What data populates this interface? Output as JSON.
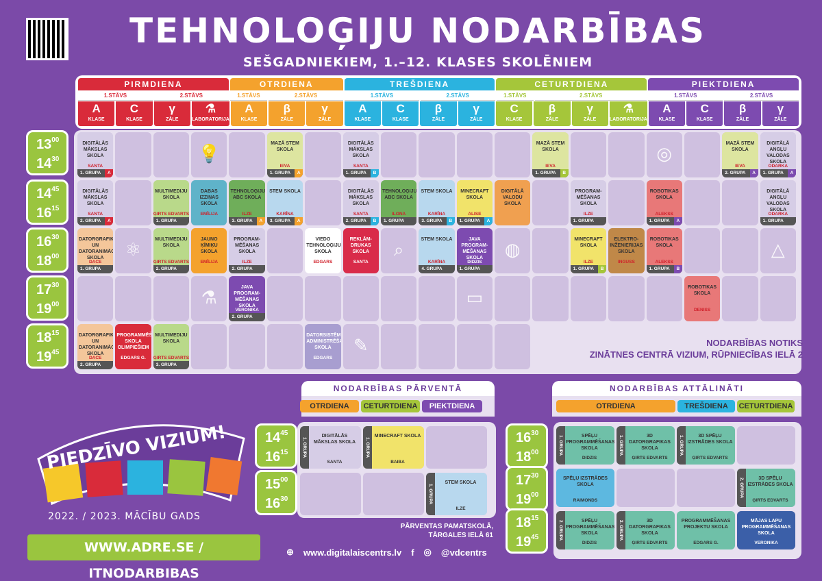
{
  "title": "TEHNOLOĢIJU NODARBĪBAS",
  "subtitle": "SEŠGADNIEKIEM, 1.–12. KLASES SKOLĒNIEM",
  "days": [
    {
      "name": "PIRMDIENA",
      "color": "#d92b3a",
      "floors": [
        {
          "l": "1.STĀVS",
          "n": 2
        },
        {
          "l": "2.STĀVS",
          "n": 2
        }
      ],
      "rooms": [
        {
          "s": "A",
          "k": "KLASE"
        },
        {
          "s": "C",
          "k": "KLASE"
        },
        {
          "s": "γ",
          "k": "ZĀLE"
        },
        {
          "s": "⚗",
          "k": "LABORATORIJA"
        }
      ]
    },
    {
      "name": "OTRDIENA",
      "color": "#f4a22d",
      "floors": [
        {
          "l": "1.STĀVS",
          "n": 1
        },
        {
          "l": "2.STĀVS",
          "n": 2
        }
      ],
      "rooms": [
        {
          "s": "A",
          "k": "KLASE"
        },
        {
          "s": "β",
          "k": "ZĀLE"
        },
        {
          "s": "γ",
          "k": "ZĀLE"
        }
      ]
    },
    {
      "name": "TREŠDIENA",
      "color": "#2bb3df",
      "floors": [
        {
          "l": "1.STĀVS",
          "n": 2
        },
        {
          "l": "2.STĀVS",
          "n": 2
        }
      ],
      "rooms": [
        {
          "s": "A",
          "k": "KLASE"
        },
        {
          "s": "C",
          "k": "KLASE"
        },
        {
          "s": "β",
          "k": "ZĀLE"
        },
        {
          "s": "γ",
          "k": "ZĀLE"
        }
      ]
    },
    {
      "name": "CETURTDIENA",
      "color": "#a5c63a",
      "floors": [
        {
          "l": "1.STĀVS",
          "n": 1
        },
        {
          "l": "2.STĀVS",
          "n": 3
        }
      ],
      "rooms": [
        {
          "s": "C",
          "k": "KLASE"
        },
        {
          "s": "β",
          "k": "ZĀLE"
        },
        {
          "s": "γ",
          "k": "ZĀLE"
        },
        {
          "s": "⚗",
          "k": "LABORATORIJA"
        }
      ]
    },
    {
      "name": "PIEKTDIENA",
      "color": "#7d4bb0",
      "floors": [
        {
          "l": "1.STĀVS",
          "n": 2
        },
        {
          "l": "2.STĀVS",
          "n": 2
        }
      ],
      "rooms": [
        {
          "s": "A",
          "k": "KLASE"
        },
        {
          "s": "C",
          "k": "KLASE"
        },
        {
          "s": "β",
          "k": "ZĀLE"
        },
        {
          "s": "γ",
          "k": "ZĀLE"
        }
      ]
    }
  ],
  "times": [
    {
      "a": "13",
      "as": "00",
      "b": "14",
      "bs": "30"
    },
    {
      "a": "14",
      "as": "45",
      "b": "16",
      "bs": "15"
    },
    {
      "a": "16",
      "as": "30",
      "b": "18",
      "bs": "00"
    },
    {
      "a": "17",
      "as": "30",
      "b": "19",
      "bs": "00"
    },
    {
      "a": "18",
      "as": "15",
      "b": "19",
      "bs": "45"
    }
  ],
  "classes": [
    {
      "r": 0,
      "c": 0,
      "name": "DIGITĀLĀS MĀKSLAS SKOLA",
      "teacher": "SANTA",
      "group": "1. GRUPA",
      "badge": "A",
      "bg": "#d6cde6"
    },
    {
      "r": 0,
      "c": 5,
      "name": "MAZĀ STEM SKOLA",
      "teacher": "IEVA",
      "group": "1. GRUPA",
      "badge": "A",
      "bg": "#dde5a0"
    },
    {
      "r": 0,
      "c": 7,
      "name": "DIGITĀLĀS MĀKSLAS SKOLA",
      "teacher": "SANTA",
      "group": "1. GRUPA",
      "badge": "B",
      "bg": "#d6cde6"
    },
    {
      "r": 0,
      "c": 12,
      "name": "MAZĀ STEM SKOLA",
      "teacher": "IEVA",
      "group": "1. GRUPA",
      "badge": "B",
      "bg": "#dde5a0"
    },
    {
      "r": 0,
      "c": 17,
      "name": "MAZĀ STEM SKOLA",
      "teacher": "IEVA",
      "group": "2. GRUPA",
      "badge": "A",
      "bg": "#dde5a0"
    },
    {
      "r": 0,
      "c": 18,
      "name": "DIGITĀLĀ ANGĻU VALODAS SKOLA",
      "teacher": "ODARKA",
      "group": "1. GRUPA",
      "badge": "A",
      "bg": "#d6cde6"
    },
    {
      "r": 1,
      "c": 0,
      "name": "DIGITĀLĀS MĀKSLAS SKOLA",
      "teacher": "SANTA",
      "group": "2. GRUPA",
      "badge": "A",
      "bg": "#d6cde6"
    },
    {
      "r": 1,
      "c": 2,
      "name": "MULTIMEDIJU SKOLA",
      "teacher": "ĢIRTS EDVARTS",
      "group": "1. GRUPA",
      "badge": "",
      "bg": "#b9d98a"
    },
    {
      "r": 1,
      "c": 3,
      "name": "DABAS IZZIŅAS SKOLA",
      "teacher": "EMĪLIJA",
      "group": "",
      "badge": "",
      "bg": "#5fb3c9"
    },
    {
      "r": 1,
      "c": 4,
      "name": "TEHNOLOĢIJU ABC SKOLA",
      "teacher": "ILZE",
      "group": "3. GRUPA",
      "badge": "A",
      "bg": "#6fae5a"
    },
    {
      "r": 1,
      "c": 5,
      "name": "STEM SKOLA",
      "teacher": "KARĪNA",
      "group": "3. GRUPA",
      "badge": "A",
      "bg": "#b8d8ee"
    },
    {
      "r": 1,
      "c": 7,
      "name": "DIGITĀLĀS MĀKSLAS SKOLA",
      "teacher": "SANTA",
      "group": "2. GRUPA",
      "badge": "B",
      "bg": "#d6cde6"
    },
    {
      "r": 1,
      "c": 8,
      "name": "TEHNOLOĢIJU ABC SKOLA",
      "teacher": "ILONA",
      "group": "1. GRUPA",
      "badge": "",
      "bg": "#6fae5a"
    },
    {
      "r": 1,
      "c": 9,
      "name": "STEM SKOLA",
      "teacher": "KARĪNA",
      "group": "3. GRUPA",
      "badge": "B",
      "bg": "#b8d8ee"
    },
    {
      "r": 1,
      "c": 10,
      "name": "MINECRAFT SKOLA",
      "teacher": "ALISE",
      "group": "1. GRUPA",
      "badge": "A",
      "bg": "#f1e36a"
    },
    {
      "r": 1,
      "c": 11,
      "name": "DIGITĀLĀ VALODU SKOLA",
      "teacher": "",
      "group": "",
      "badge": "",
      "bg": "#f0a050"
    },
    {
      "r": 1,
      "c": 13,
      "name": "PROGRAM-MĒŠANAS SKOLA",
      "teacher": "ILZE",
      "group": "1. GRUPA",
      "badge": "",
      "bg": "#d6cde6"
    },
    {
      "r": 1,
      "c": 15,
      "name": "ROBOTIKAS SKOLA",
      "teacher": "ALEKSS",
      "group": "1. GRUPA",
      "badge": "A",
      "bg": "#e87878"
    },
    {
      "r": 1,
      "c": 18,
      "name": "DIGITĀLĀ ANGĻU VALODAS SKOLA",
      "teacher": "ODARKA",
      "group": "1. GRUPA",
      "badge": "",
      "bg": "#d6cde6"
    },
    {
      "r": 2,
      "c": 0,
      "name": "DATORGRAFIKAS UN DATORANIMĀCIJAS SKOLA",
      "teacher": "DACE",
      "group": "1. GRUPA",
      "badge": "",
      "bg": "#f4c69a"
    },
    {
      "r": 2,
      "c": 2,
      "name": "MULTIMEDIJU SKOLA",
      "teacher": "ĢIRTS EDVARTS",
      "group": "2. GRUPA",
      "badge": "",
      "bg": "#b9d98a"
    },
    {
      "r": 2,
      "c": 3,
      "name": "JAUNO ĶĪMIĶU SKOLA",
      "teacher": "EMĪLIJA",
      "group": "",
      "badge": "",
      "bg": "#f4a22d"
    },
    {
      "r": 2,
      "c": 4,
      "name": "PROGRAM-MĒŠANAS SKOLA",
      "teacher": "ILZE",
      "group": "2. GRUPA",
      "badge": "",
      "bg": "#d6cde6"
    },
    {
      "r": 2,
      "c": 6,
      "name": "VIEDO TEHNOLOĢIJU SKOLA",
      "teacher": "EDGARS",
      "group": "",
      "badge": "",
      "bg": "#ffffff"
    },
    {
      "r": 2,
      "c": 7,
      "name": "REKLĀM-DRUKAS SKOLA",
      "teacher": "SANTA",
      "group": "",
      "badge": "",
      "bg": "#d92b4a"
    },
    {
      "r": 2,
      "c": 9,
      "name": "STEM SKOLA",
      "teacher": "KARĪNA",
      "group": "4. GRUPA",
      "badge": "",
      "bg": "#b8d8ee"
    },
    {
      "r": 2,
      "c": 10,
      "name": "JAVA PROGRAM-MĒŠANAS SKOLA",
      "teacher": "DIDZIS",
      "group": "1. GRUPA",
      "badge": "",
      "bg": "#7d4bb0"
    },
    {
      "r": 2,
      "c": 13,
      "name": "MINECRAFT SKOLA",
      "teacher": "ILZE",
      "group": "1. GRUPA",
      "badge": "B",
      "bg": "#f1e36a"
    },
    {
      "r": 2,
      "c": 14,
      "name": "ELEKTRO-INŽENIERIJAS SKOLA",
      "teacher": "INGUSS",
      "group": "",
      "badge": "",
      "bg": "#c08848"
    },
    {
      "r": 2,
      "c": 15,
      "name": "ROBOTIKAS SKOLA",
      "teacher": "ALEKSS",
      "group": "1. GRUPA",
      "badge": "B",
      "bg": "#e87878"
    },
    {
      "r": 3,
      "c": 4,
      "name": "JAVA PROGRAM-MĒŠANAS SKOLA",
      "teacher": "VERONIKA",
      "group": "2. GRUPA",
      "badge": "",
      "bg": "#7d4bb0"
    },
    {
      "r": 3,
      "c": 16,
      "name": "ROBOTIKAS SKOLA",
      "teacher": "DENISS",
      "group": "",
      "badge": "",
      "bg": "#e87878"
    },
    {
      "r": 4,
      "c": 0,
      "name": "DATORGRAFIKAS UN DATORANIMĀCIJAS SKOLA",
      "teacher": "DACE",
      "group": "2. GRUPA",
      "badge": "",
      "bg": "#f4c69a"
    },
    {
      "r": 4,
      "c": 1,
      "name": "PROGRAMMĒŠANAS SKOLA OLIMPIEŠIEM",
      "teacher": "EDGARS G.",
      "group": "",
      "badge": "",
      "bg": "#d92b3a"
    },
    {
      "r": 4,
      "c": 2,
      "name": "MULTIMEDIJU SKOLA",
      "teacher": "ĢIRTS EDVARTS",
      "group": "3. GRUPA",
      "badge": "",
      "bg": "#b9d98a"
    },
    {
      "r": 4,
      "c": 6,
      "name": "DATORSISTĒMU ADMINISTRĒŠANAS SKOLA",
      "teacher": "EDGARS",
      "group": "",
      "badge": "",
      "bg": "#a89ed0"
    }
  ],
  "location_main": [
    "NODARBĪBAS NOTIKS",
    "ZINĀTNES CENTRĀ VIZIUM, RŪPNIECĪBAS IELĀ 2"
  ],
  "parventa": {
    "header": "NODARBĪBAS PĀRVENTĀ",
    "days": [
      "OTRDIENA",
      "CETURTDIENA",
      "PIEKTDIENA"
    ],
    "times": [
      {
        "a": "14",
        "as": "45",
        "b": "16",
        "bs": "15"
      },
      {
        "a": "15",
        "as": "00",
        "b": "16",
        "bs": "30"
      }
    ],
    "classes": [
      {
        "r": 0,
        "c": 0,
        "name": "DIGITĀLĀS MĀKSLAS SKOLA",
        "teacher": "SANTA",
        "side": "1. GRUPA",
        "bg": "#d6cde6"
      },
      {
        "r": 0,
        "c": 1,
        "name": "MINECRAFT SKOLA",
        "teacher": "BAIBA",
        "side": "1. GRUPA",
        "bg": "#f1e36a"
      },
      {
        "r": 1,
        "c": 2,
        "name": "STEM SKOLA",
        "teacher": "ILZE",
        "side": "1. GRUPA",
        "bg": "#b8d8ee"
      }
    ],
    "location": [
      "PĀRVENTAS PAMATSKOLĀ,",
      "TĀRGALES IELĀ 61"
    ]
  },
  "remote": {
    "header": "NODARBĪBAS ATTĀLINĀTI",
    "days": [
      "OTRDIENA",
      "TREŠDIENA",
      "CETURTDIENA"
    ],
    "times": [
      {
        "a": "16",
        "as": "30",
        "b": "18",
        "bs": "00"
      },
      {
        "a": "17",
        "as": "30",
        "b": "19",
        "bs": "00"
      },
      {
        "a": "18",
        "as": "15",
        "b": "19",
        "bs": "45"
      }
    ],
    "classes": [
      {
        "r": 0,
        "c": 0,
        "name": "SPĒĻU PROGRAMMĒŠANAS SKOLA",
        "teacher": "DIDZIS",
        "side": "1. GRUPA",
        "bg": "#6fc0a8"
      },
      {
        "r": 0,
        "c": 1,
        "name": "3D DATORGRAFIKAS SKOLA",
        "teacher": "ĢIRTS EDVARTS",
        "side": "1. GRUPA",
        "bg": "#6fc0a8"
      },
      {
        "r": 0,
        "c": 2,
        "name": "3D SPĒĻU IZSTRĀDES SKOLA",
        "teacher": "ĢIRTS EDVARTS",
        "side": "1. GRUPA",
        "bg": "#6fc0a8"
      },
      {
        "r": 1,
        "c": 0,
        "name": "SPĒĻU IZSTRĀDES SKOLA",
        "teacher": "RAIMONDS",
        "side": "",
        "bg": "#5db8e0"
      },
      {
        "r": 1,
        "c": 3,
        "name": "3D SPĒĻU IZSTRĀDES SKOLA",
        "teacher": "ĢIRTS EDVARTS",
        "side": "2. GRUPA",
        "bg": "#6fc0a8"
      },
      {
        "r": 2,
        "c": 0,
        "name": "SPĒĻU PROGRAMMĒŠANAS SKOLA",
        "teacher": "DIDZIS",
        "side": "2. GRUPA",
        "bg": "#6fc0a8"
      },
      {
        "r": 2,
        "c": 1,
        "name": "3D DATORGRAFIKAS SKOLA",
        "teacher": "ĢIRTS EDVARTS",
        "side": "2. GRUPA",
        "bg": "#6fc0a8"
      },
      {
        "r": 2,
        "c": 2,
        "name": "PROGRAMMĒŠANAS PROJEKTU SKOLA",
        "teacher": "EDGARS G.",
        "side": "",
        "bg": "#6fc0a8"
      },
      {
        "r": 2,
        "c": 3,
        "name": "MĀJAS LAPU PROGRAMMĒŠANAS SKOLA",
        "teacher": "VERONIKA",
        "side": "",
        "bg": "#3b5fa8"
      }
    ]
  },
  "brand": {
    "slogan": "PIEDZĪVO VIZIUM!",
    "year": "2022. / 2023. MĀCĪBU GADS",
    "web": "WWW.ADRE.SE / ITNODARBIBAS",
    "site": "www.digitalaiscentrs.lv",
    "social": "@vdcentrs",
    "fb": "f",
    "ig": "◎",
    "globe": "⊕"
  }
}
